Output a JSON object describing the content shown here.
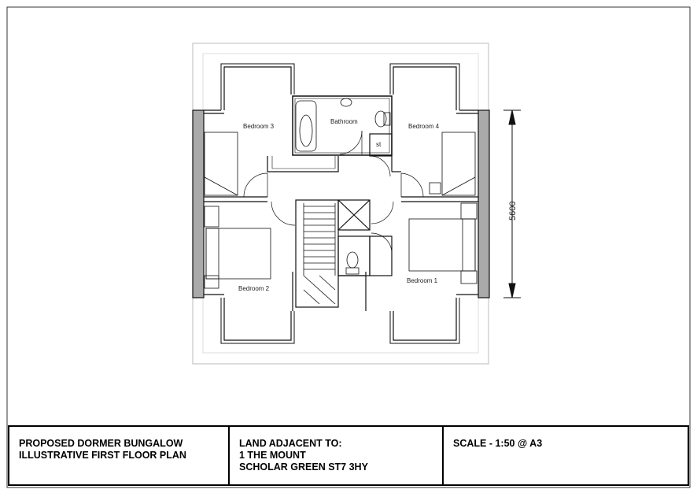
{
  "rooms": {
    "bedroom3": "Bedroom 3",
    "bathroom": "Bathroom",
    "bedroom4": "Bedroom 4",
    "store": "st",
    "bedroom2": "Bedroom 2",
    "bedroom1": "Bedroom 1"
  },
  "dimension": {
    "height": "5600"
  },
  "title_block": {
    "description_line1": "PROPOSED DORMER BUNGALOW",
    "description_line2": "ILLUSTRATIVE FIRST FLOOR PLAN",
    "address_line1": "LAND ADJACENT TO:",
    "address_line2": "1 THE MOUNT",
    "address_line3": "SCHOLAR GREEN  ST7 3HY",
    "scale": "SCALE - 1:50 @ A3"
  }
}
